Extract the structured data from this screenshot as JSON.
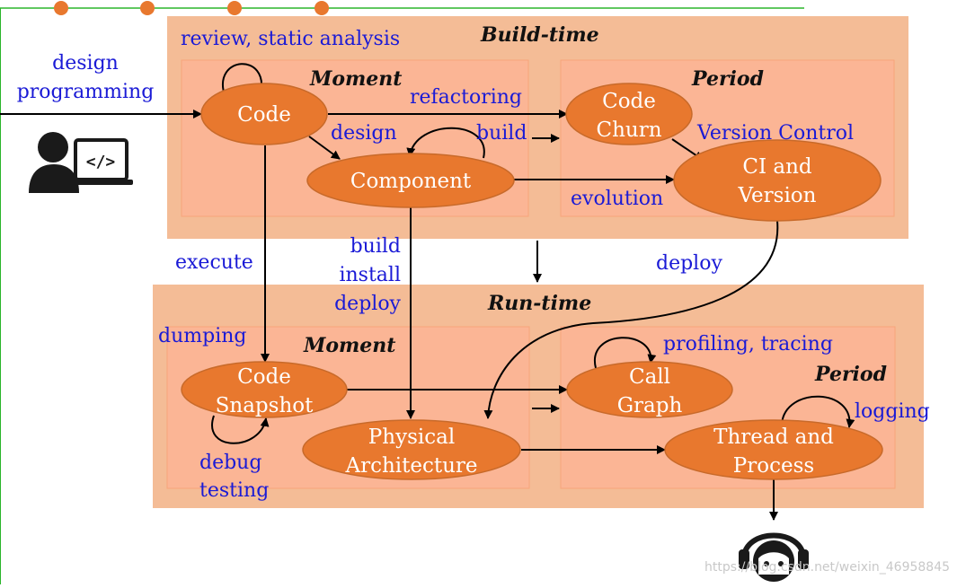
{
  "sections": {
    "build_time": "Build-time",
    "run_time": "Run-time",
    "build_moment": "Moment",
    "build_period": "Period",
    "run_moment": "Moment",
    "run_period": "Period"
  },
  "nodes": {
    "code": [
      "Code"
    ],
    "code_churn": [
      "Code",
      "Churn"
    ],
    "component": [
      "Component"
    ],
    "ci_version": [
      "CI and",
      "Version"
    ],
    "code_snapshot": [
      "Code",
      "Snapshot"
    ],
    "call_graph": [
      "Call",
      "Graph"
    ],
    "physical_architecture": [
      "Physical",
      "Architecture"
    ],
    "thread_process": [
      "Thread and",
      "Process"
    ]
  },
  "labels": {
    "design_programming": [
      "design",
      "programming"
    ],
    "review": "review, static analysis",
    "refactoring": "refactoring",
    "design": "design",
    "build": "build",
    "version_control": "Version Control",
    "evolution": "evolution",
    "execute": "execute",
    "build_install_deploy": [
      "build",
      "install",
      "deploy"
    ],
    "deploy": "deploy",
    "dumping": "dumping",
    "debug_testing": [
      "debug",
      "testing"
    ],
    "profiling": "profiling, tracing",
    "logging": "logging"
  },
  "icons": {
    "developer": "developer-icon",
    "user": "user-headset-icon"
  },
  "watermark": "https://blog.csdn.net/weixin_46958845",
  "colors": {
    "outer_panel": "#f4bc96",
    "inner_panel": "#fbb595",
    "node_fill": "#e8782e",
    "label_blue": "#1a1ad6",
    "guide_green": "#2bb52b",
    "dots": "#e8782e"
  }
}
